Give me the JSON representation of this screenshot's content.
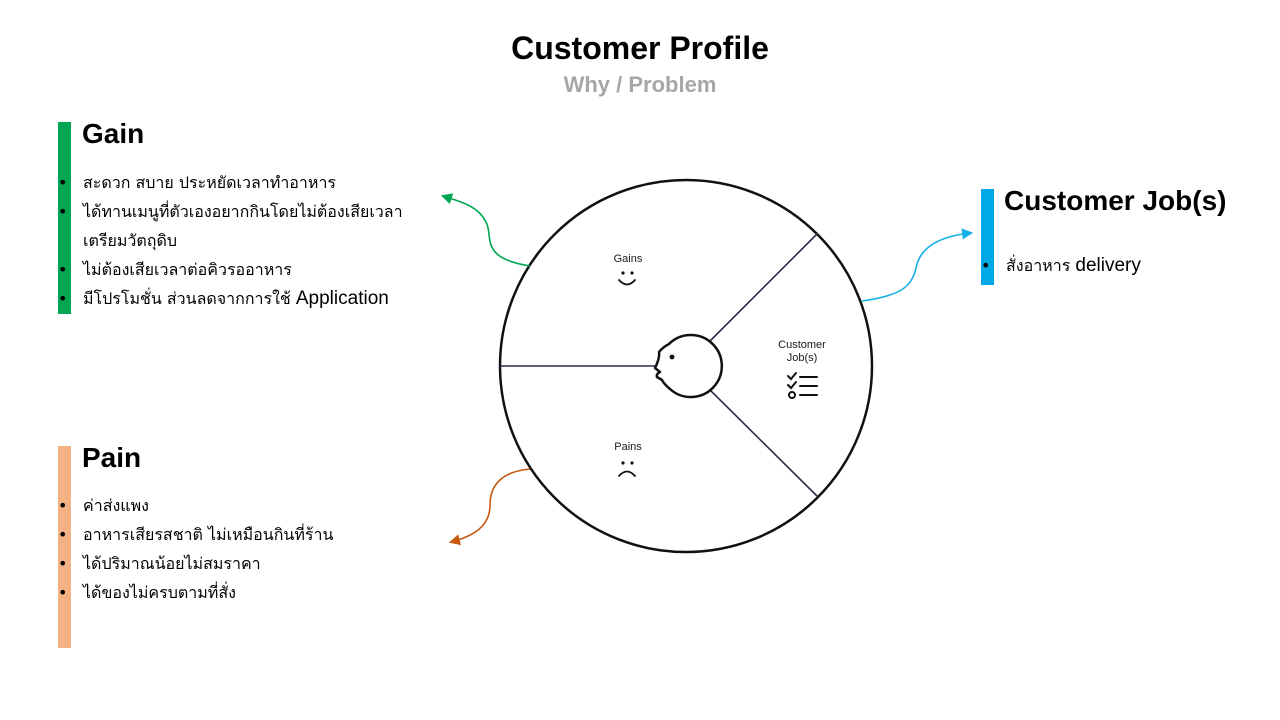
{
  "title": "Customer Profile",
  "subtitle": "Why / Problem",
  "colors": {
    "gain": "#00a651",
    "pain": "#f4b183",
    "job": "#00a9e6",
    "gain_arrow": "#00a651",
    "pain_arrow": "#c55a11",
    "job_arrow": "#17b0e6"
  },
  "gain": {
    "heading": "Gain",
    "items": [
      "สะดวก สบาย ประหยัดเวลาทำอาหาร",
      "ได้ทานเมนูที่ตัวเองอยากกินโดยไม่ต้องเสียเวลาเตรียมวัตถุดิบ",
      "ไม่ต้องเสียเวลาต่อคิวรออาหาร",
      "มีโปรโมชั่น ส่วนลดจากการใช้ Application"
    ]
  },
  "pain": {
    "heading": "Pain",
    "items": [
      "ค่าส่งแพง",
      "อาหารเสียรสชาติ ไม่เหมือนกินที่ร้าน",
      "ได้ปริมาณน้อยไม่สมราคา",
      "ได้ของไม่ครบตามที่สั่ง"
    ]
  },
  "job": {
    "heading": "Customer Job(s)",
    "items": [
      "สั่งอาหาร delivery"
    ]
  },
  "wheel": {
    "gains_label": "Gains",
    "pains_label": "Pains",
    "jobs_label_line1": "Customer",
    "jobs_label_line2": "Job(s)",
    "gains_icon": "smile-icon",
    "pains_icon": "frown-icon",
    "jobs_icon": "checklist-icon",
    "center_icon": "customer-face-icon"
  }
}
